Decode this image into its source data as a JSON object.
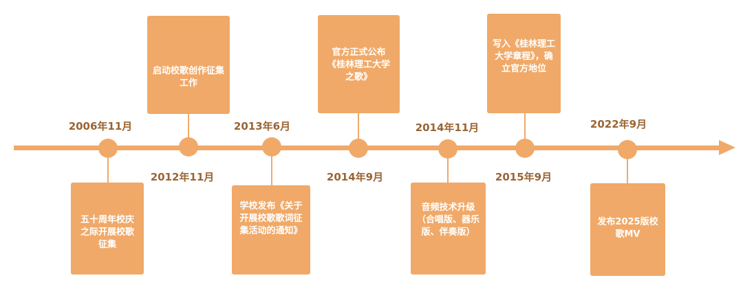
{
  "colors": {
    "accent": "#F0A968",
    "date_text": "#9A6433"
  },
  "events": [
    {
      "date": "2006年11月",
      "text": "五十周年校庆之际开展校歌征集"
    },
    {
      "date": "2012年11月",
      "text": "启动校歌创作征集工作"
    },
    {
      "date": "2013年6月",
      "text": "学校发布《关于开展校歌歌词征集活动的通知》"
    },
    {
      "date": "2014年9月",
      "text": "官方正式公布《桂林理工大学之歌》"
    },
    {
      "date": "2014年11月",
      "text": "音频技术升级（合唱版、器乐版、伴奏版）"
    },
    {
      "date": "2015年9月",
      "text": "写入《桂林理工大学章程》，确立官方地位"
    },
    {
      "date": "2022年9月",
      "text": "发布2025版校歌MV"
    }
  ]
}
